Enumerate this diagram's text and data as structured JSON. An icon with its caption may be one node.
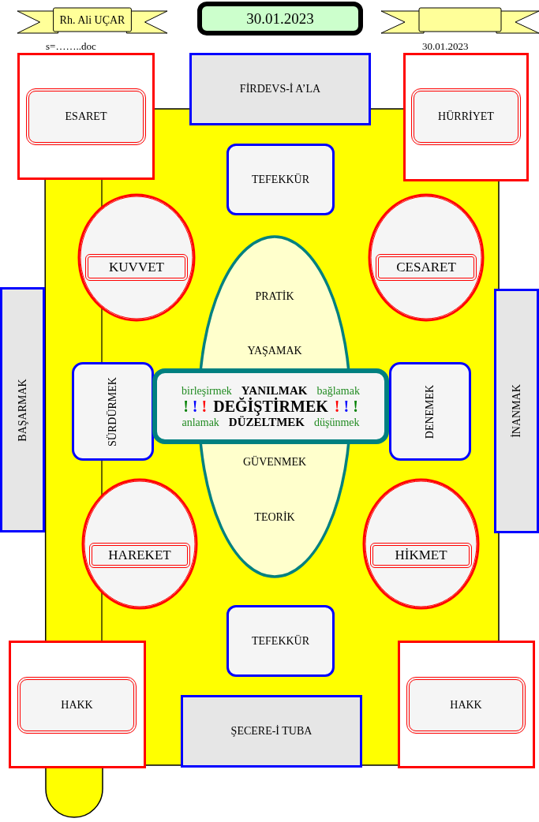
{
  "diagram": {
    "nodes": [
      {
        "text": [
          "Rh. Ali UÇAR"
        ]
      },
      {
        "text": [
          "30.01.2023"
        ]
      },
      {
        "text": [],
        "shape": "ribbon"
      },
      {
        "text": [],
        "shape": "box"
      },
      {
        "text": [
          "ESARET"
        ],
        "in": 3
      },
      {
        "text": [
          "FİRDEVS-İ A’LA"
        ]
      },
      {
        "text": [],
        "shape": "box"
      },
      {
        "text": [
          "HÜRRİYET"
        ],
        "in": 6
      },
      {
        "text": [
          "TEFEKKÜR"
        ]
      },
      {
        "text": [],
        "shape": "ellipse"
      },
      {
        "text": [
          "KUVVET"
        ],
        "in": 9
      },
      {
        "text": [],
        "shape": "ellipse"
      },
      {
        "text": [
          "CESARET"
        ],
        "in": 11
      },
      {
        "text": [
          "BAŞARMAK"
        ]
      },
      {
        "text": [
          "PRATİK",
          "YAŞAMAK",
          "GÜVENMEK",
          "TEORİK"
        ]
      },
      {
        "text": [
          "İNANMAK"
        ]
      },
      {
        "text": [
          "SÜRDÜRMEK"
        ]
      },
      {
        "text": [
          "birleşirmek",
          "YANILMAK",
          "bağlamak",
          "! ! !",
          "DEĞİŞTİRMEK",
          "! ! !",
          "anlamak",
          "DÜZELTMEK",
          "düşünmek"
        ]
      },
      {
        "text": [
          "DENEMEK"
        ]
      },
      {
        "text": [],
        "shape": "ellipse"
      },
      {
        "text": [
          "HAREKET"
        ],
        "in": 19
      },
      {
        "text": [],
        "shape": "ellipse"
      },
      {
        "text": [
          "HİKMET"
        ],
        "in": 21
      },
      {
        "text": [
          "TEFEKKÜR"
        ]
      },
      {
        "text": [],
        "shape": "box"
      },
      {
        "text": [
          "HAKK"
        ],
        "in": 24
      },
      {
        "text": [],
        "shape": "box"
      },
      {
        "text": [
          "HAKK"
        ],
        "in": 26
      },
      {
        "text": [
          "ŞECERE-İ TUBA"
        ]
      }
    ],
    "labels": [
      "s=……..doc",
      "30.01.2023"
    ]
  }
}
